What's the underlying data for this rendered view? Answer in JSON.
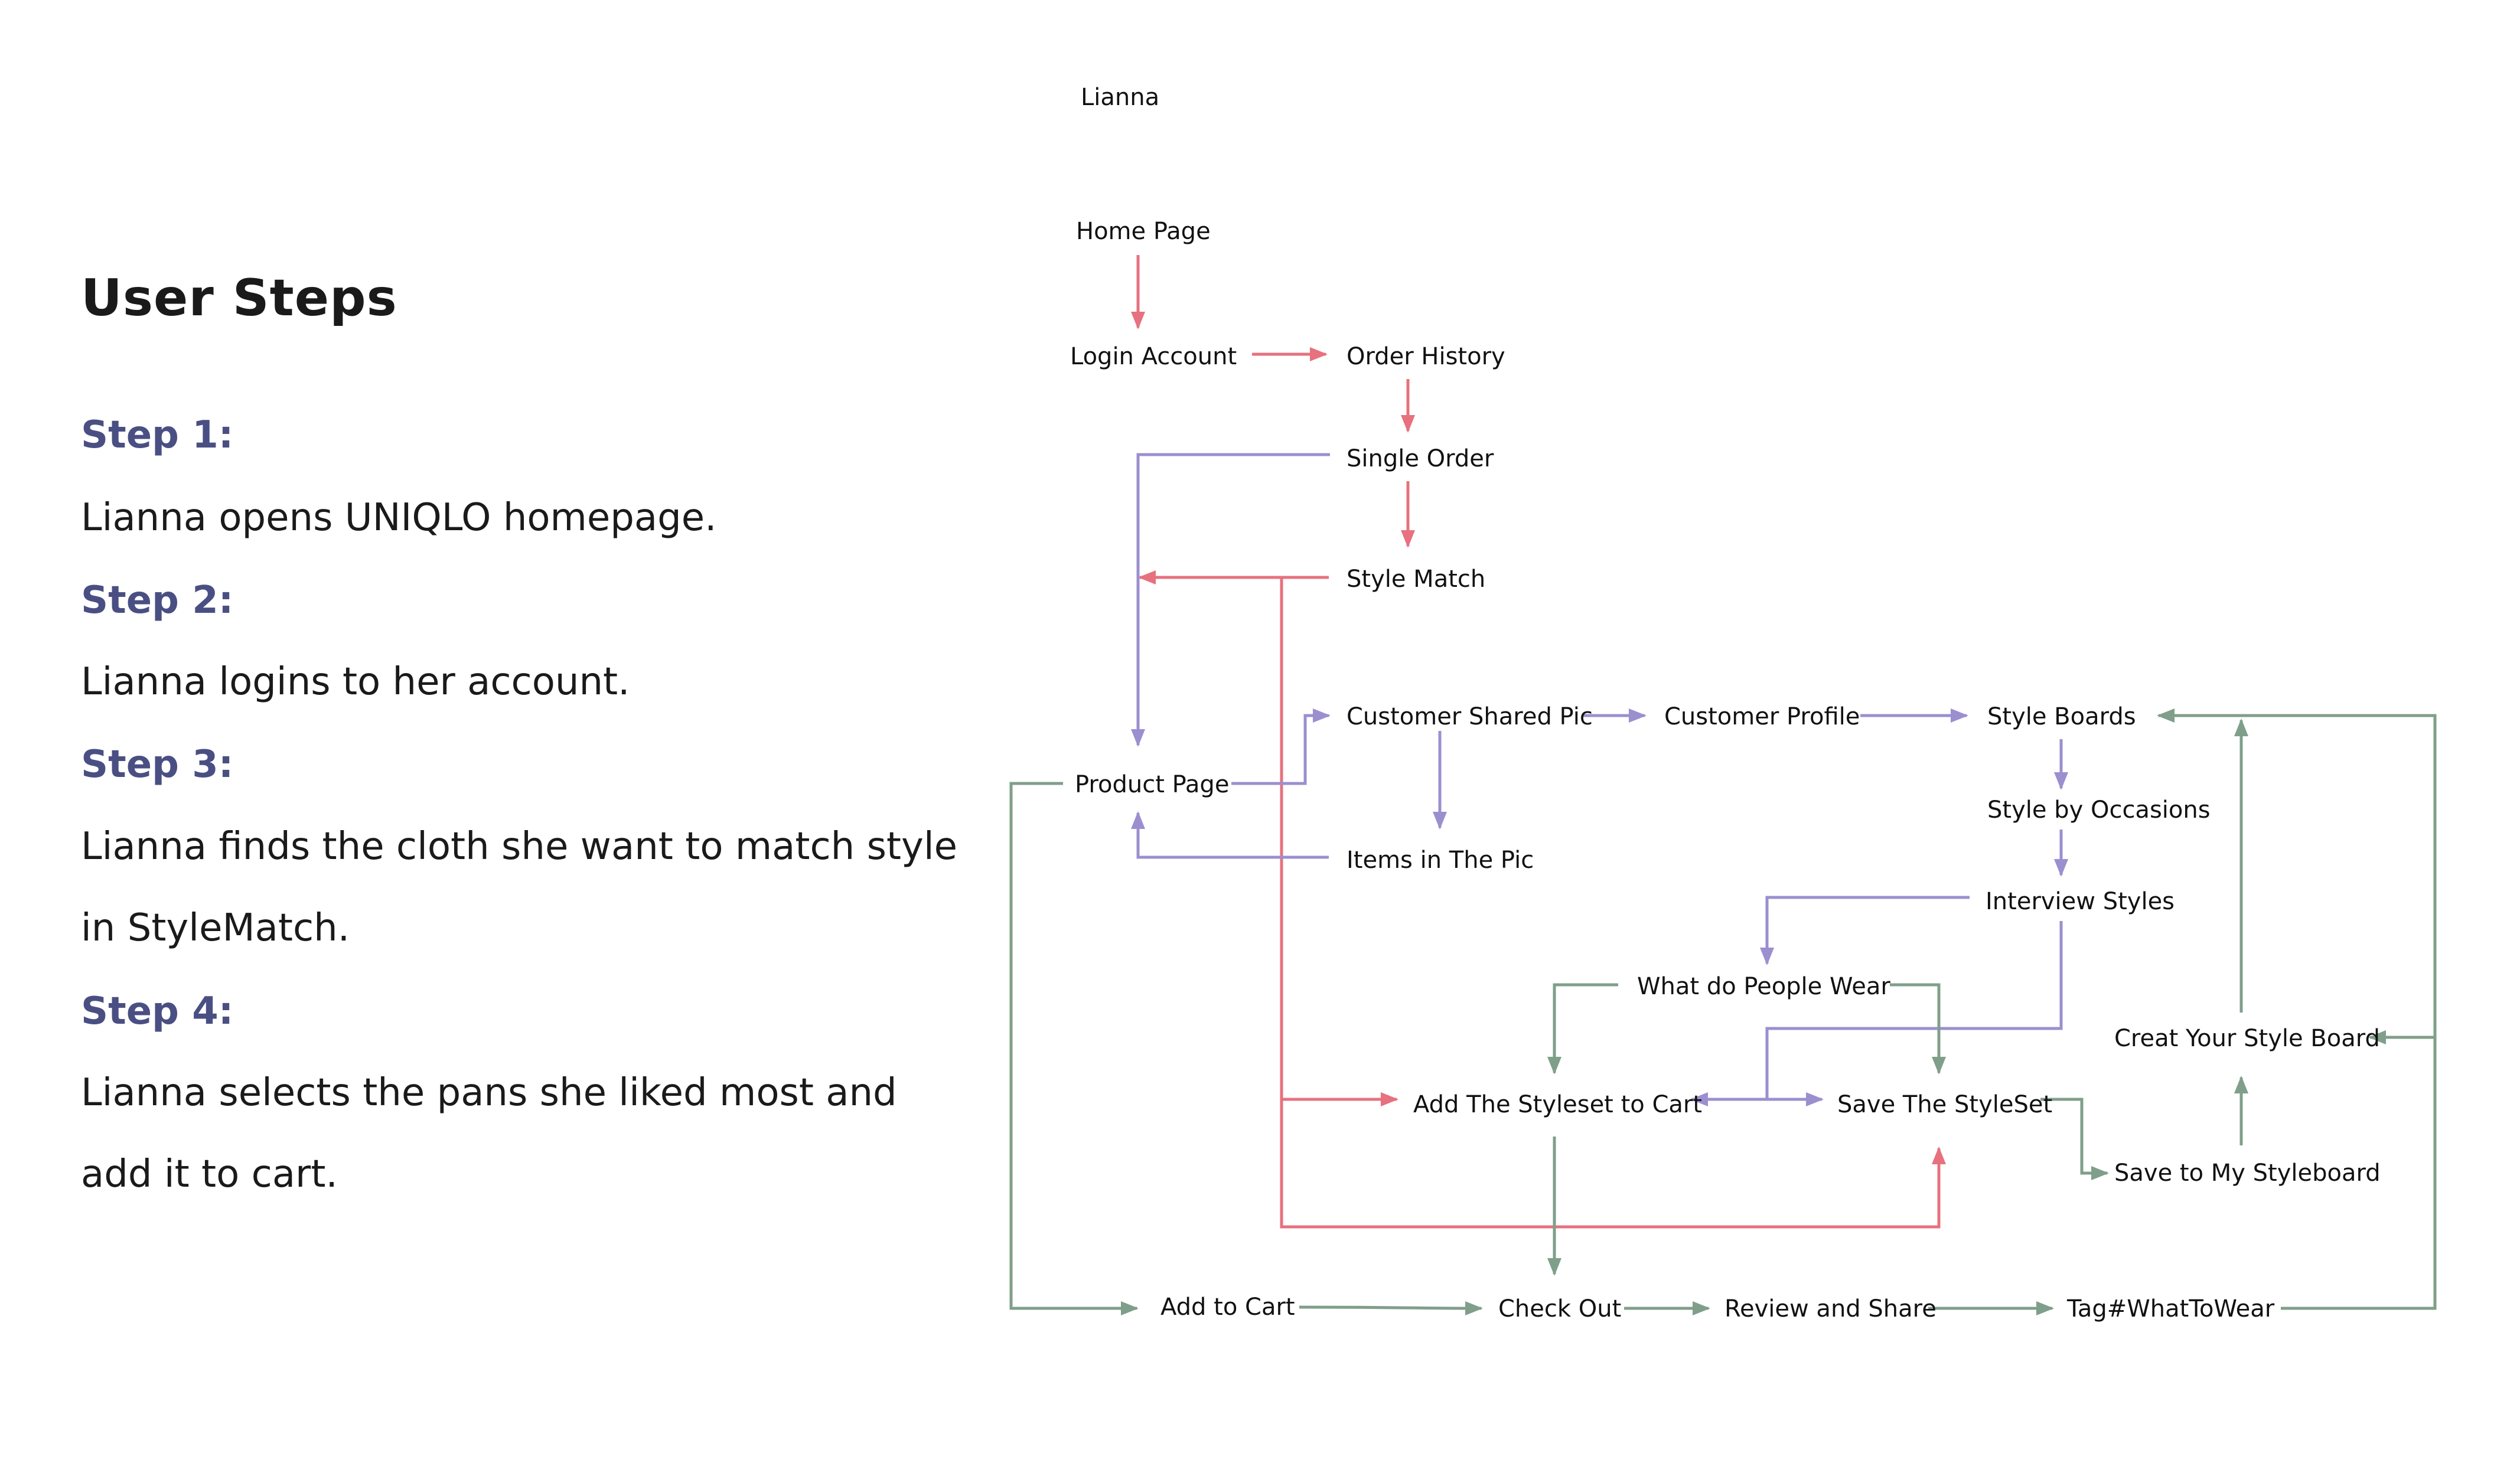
{
  "user_steps": {
    "heading": "User Steps",
    "steps": [
      {
        "label": "Step 1:",
        "lines": [
          "Lianna opens UNIQLO homepage."
        ]
      },
      {
        "label": "Step 2:",
        "lines": [
          "Lianna logins to her account."
        ]
      },
      {
        "label": "Step 3:",
        "lines": [
          "Lianna finds the cloth she want to match style",
          "in StyleMatch."
        ]
      },
      {
        "label": "Step 4:",
        "lines": [
          "Lianna selects the pans she liked most and",
          "add it to cart."
        ]
      }
    ]
  },
  "flow": {
    "persona": "Lianna",
    "colors": {
      "step_path": "#e7717e",
      "browse_path": "#9b8fd0",
      "shop_path": "#7f9f8a"
    },
    "nodes": {
      "home": "Home Page",
      "login": "Login Account",
      "order_history": "Order History",
      "single_order": "Single Order",
      "style_match": "Style Match",
      "product_page": "Product Page",
      "customer_pic": "Customer Shared Pic",
      "customer_profile": "Customer Profile",
      "style_boards": "Style Boards",
      "items_pic": "Items in The Pic",
      "style_occasions": "Style by Occasions",
      "interview_styles": "Interview Styles",
      "what_wear": "What do People Wear",
      "creat_board": "Creat Your Style Board",
      "add_styleset": "Add The Styleset to Cart",
      "save_styleset": "Save The StyleSet",
      "save_board": "Save to My Styleboard",
      "add_cart": "Add to Cart",
      "check_out": "Check Out",
      "review_share": "Review and Share",
      "tag": "Tag#WhatToWear"
    }
  }
}
